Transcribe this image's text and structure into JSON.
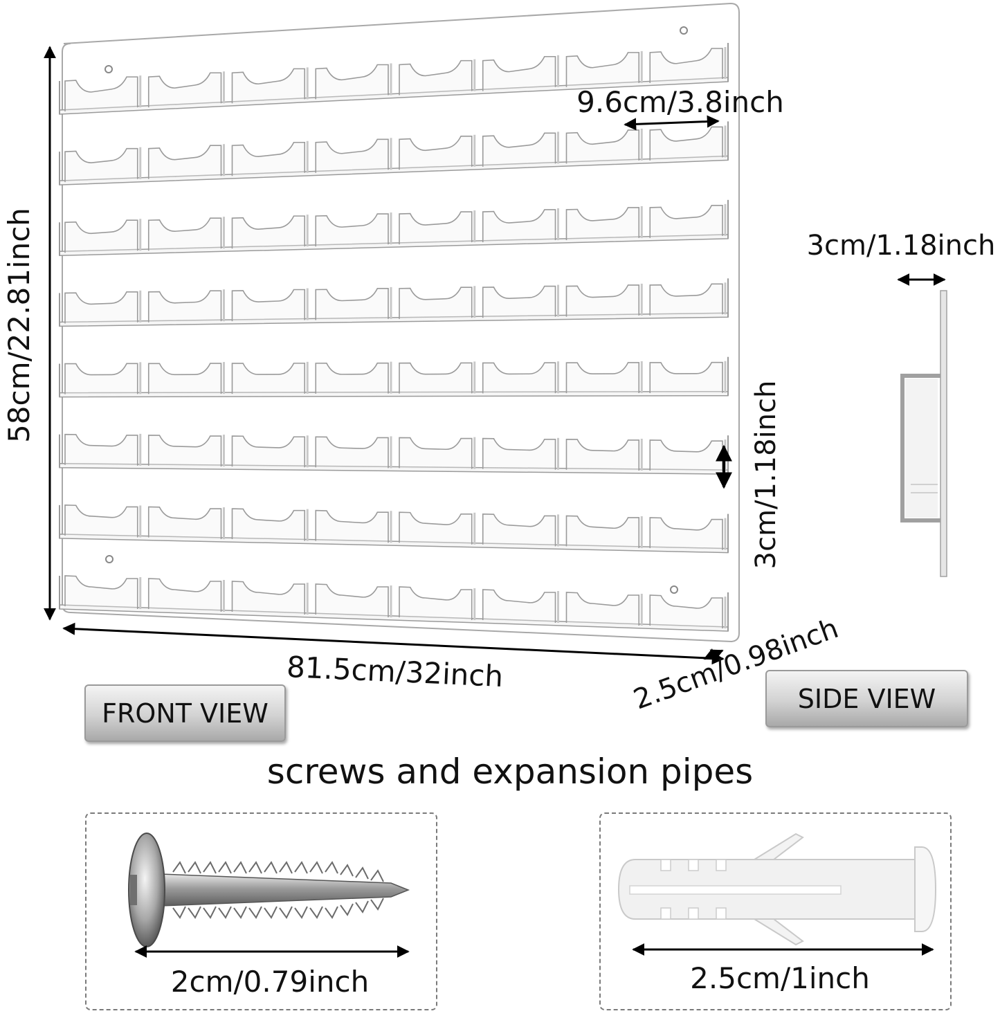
{
  "dimensions": {
    "height": "58cm/22.81inch",
    "width": "81.5cm/32inch",
    "pocket_width": "9.6cm/3.8inch",
    "pocket_height": "3cm/1.18inch",
    "depth": "2.5cm/0.98inch",
    "side_depth": "3cm/1.18inch"
  },
  "labels": {
    "front_view": "FRONT VIEW",
    "side_view": "SIDE VIEW",
    "hardware_title": "screws and expansion pipes"
  },
  "hardware": {
    "screw": {
      "icon": "screw-icon",
      "length": "2cm/0.79inch"
    },
    "anchor": {
      "icon": "expansion-pipe-icon",
      "length": "2.5cm/1inch"
    }
  },
  "rack": {
    "rows": 8,
    "columns": 8,
    "colors": {
      "acrylic_edge": "#9a9a9a",
      "arrow": "#000000",
      "screw_steel": "#8c8c8c",
      "anchor": "#eeeeee"
    }
  }
}
